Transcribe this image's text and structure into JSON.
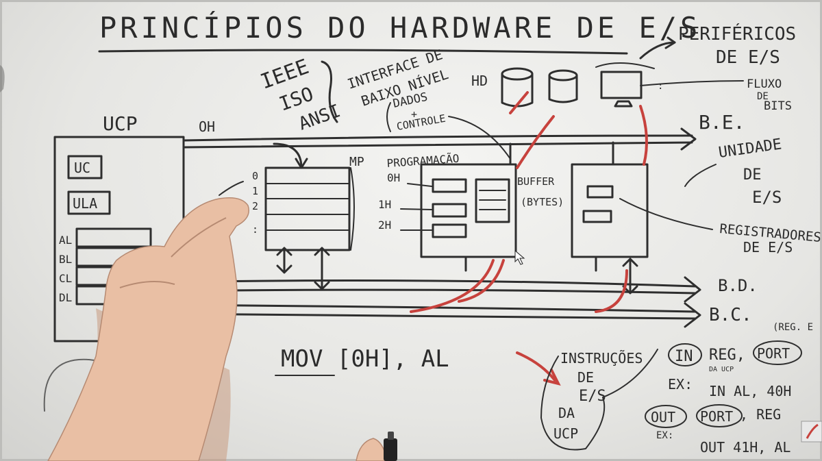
{
  "board": {
    "title": "PRINCÍPIOS DO HARDWARE DE E/S",
    "peripherals_line1": "PERIFÉRICOS",
    "peripherals_line2": "DE E/S",
    "flow_line1": "FLUXO",
    "flow_line2": "DE",
    "flow_line3": "BITS",
    "be": "B.E.",
    "bd": "B.D.",
    "bc": "B.C.",
    "unit_line1": "UNIDADE",
    "unit_line2": "DE",
    "unit_line3": "E/S",
    "regs_line1": "REGISTRADORES",
    "regs_line2": "DE E/S",
    "ieee_line1": "IEEE",
    "ieee_line2": "ISO",
    "ieee_line3": "ANSI",
    "interface_line1": "INTERFACE DE",
    "interface_line2": "BAIXO NÍVEL",
    "dados_line1": "DADOS",
    "dados_line2": "+",
    "dados_line3": "CONTROLE",
    "hd": "HD",
    "ucp": "UCP",
    "uc": "UC",
    "ula": "ULA",
    "al": "AL",
    "bl": "BL",
    "cl": "CL",
    "dl": "DL",
    "oh_bus": "OH",
    "mp": "MP",
    "slot0": "0",
    "slot1": "1",
    "slot2": "2",
    "slot_dots": ":",
    "programacao": "PROGRAMAÇÃO",
    "p0h": "0H",
    "p1h": "1H",
    "p2h": "2H",
    "buffer": "BUFFER",
    "bytes": "(BYTES)",
    "instrucoes_line1": "INSTRUÇÕES",
    "instrucoes_line2": "DE",
    "instrucoes_line3": "E/S",
    "instrucoes_line4": "DA",
    "instrucoes_line5": "UCP",
    "mov": "MOV [0H], AL",
    "in_kw": "IN",
    "in_args": "REG,",
    "in_port": "PORT",
    "da_ucp": "DA UCP",
    "reg_e": "(REG. E",
    "ex1": "EX:",
    "in_example": "IN AL, 40H",
    "out_kw": "OUT",
    "out_port": "PORT",
    "out_args": ", REG",
    "ex2": "EX:",
    "out_example": "OUT 41H, AL"
  }
}
